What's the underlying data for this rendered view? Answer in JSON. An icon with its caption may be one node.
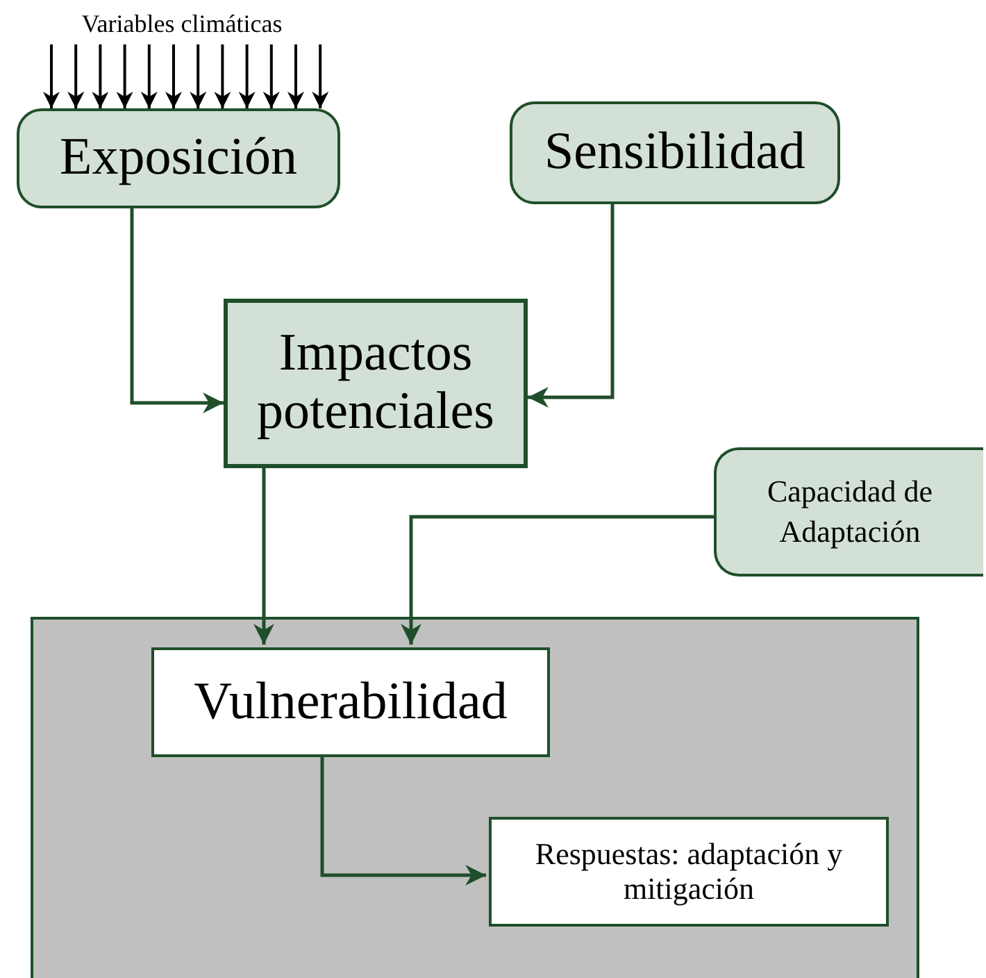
{
  "diagram": {
    "nodes": [
      {
        "text": [
          "Variables climáticas"
        ]
      },
      {
        "text": [
          "Exposición"
        ]
      },
      {
        "text": [
          "Sensibilidad"
        ]
      },
      {
        "text": [
          "Impactos potenciales"
        ]
      },
      {
        "text": [
          "Capacidad de Adaptación"
        ]
      },
      {
        "text": [],
        "shape": "box"
      },
      {
        "text": [
          "Vulnerabilidad"
        ],
        "in": 5
      },
      {
        "text": [
          "Respuestas: adaptación y mitigación"
        ],
        "in": 5
      }
    ],
    "edges": [
      {
        "from": 0,
        "to": 1,
        "arrow": "to"
      },
      {
        "from": 0,
        "to": 1,
        "arrow": "to"
      },
      {
        "from": 0,
        "to": 1,
        "arrow": "to"
      },
      {
        "from": 0,
        "to": 1,
        "arrow": "to"
      },
      {
        "from": 0,
        "to": 1,
        "arrow": "to"
      },
      {
        "from": 0,
        "to": 1,
        "arrow": "to"
      },
      {
        "from": 0,
        "to": 1,
        "arrow": "to"
      },
      {
        "from": 0,
        "to": 1,
        "arrow": "to"
      },
      {
        "from": 0,
        "to": 1,
        "arrow": "to"
      },
      {
        "from": 0,
        "to": 1,
        "arrow": "to"
      },
      {
        "from": 0,
        "to": 1,
        "arrow": "to"
      },
      {
        "from": 0,
        "to": 1,
        "arrow": "to"
      },
      {
        "from": 1,
        "to": 3,
        "arrow": "to",
        "color": "#1f4f2a"
      },
      {
        "from": 2,
        "to": 3,
        "arrow": "to",
        "color": "#1f4f2a"
      },
      {
        "from": 3,
        "to": 6,
        "arrow": "to",
        "color": "#1f4f2a"
      },
      {
        "from": 4,
        "to": 6,
        "arrow": "to",
        "color": "#1f4f2a"
      },
      {
        "from": 6,
        "to": 7,
        "arrow": "to",
        "color": "#1f4f2a"
      }
    ]
  }
}
